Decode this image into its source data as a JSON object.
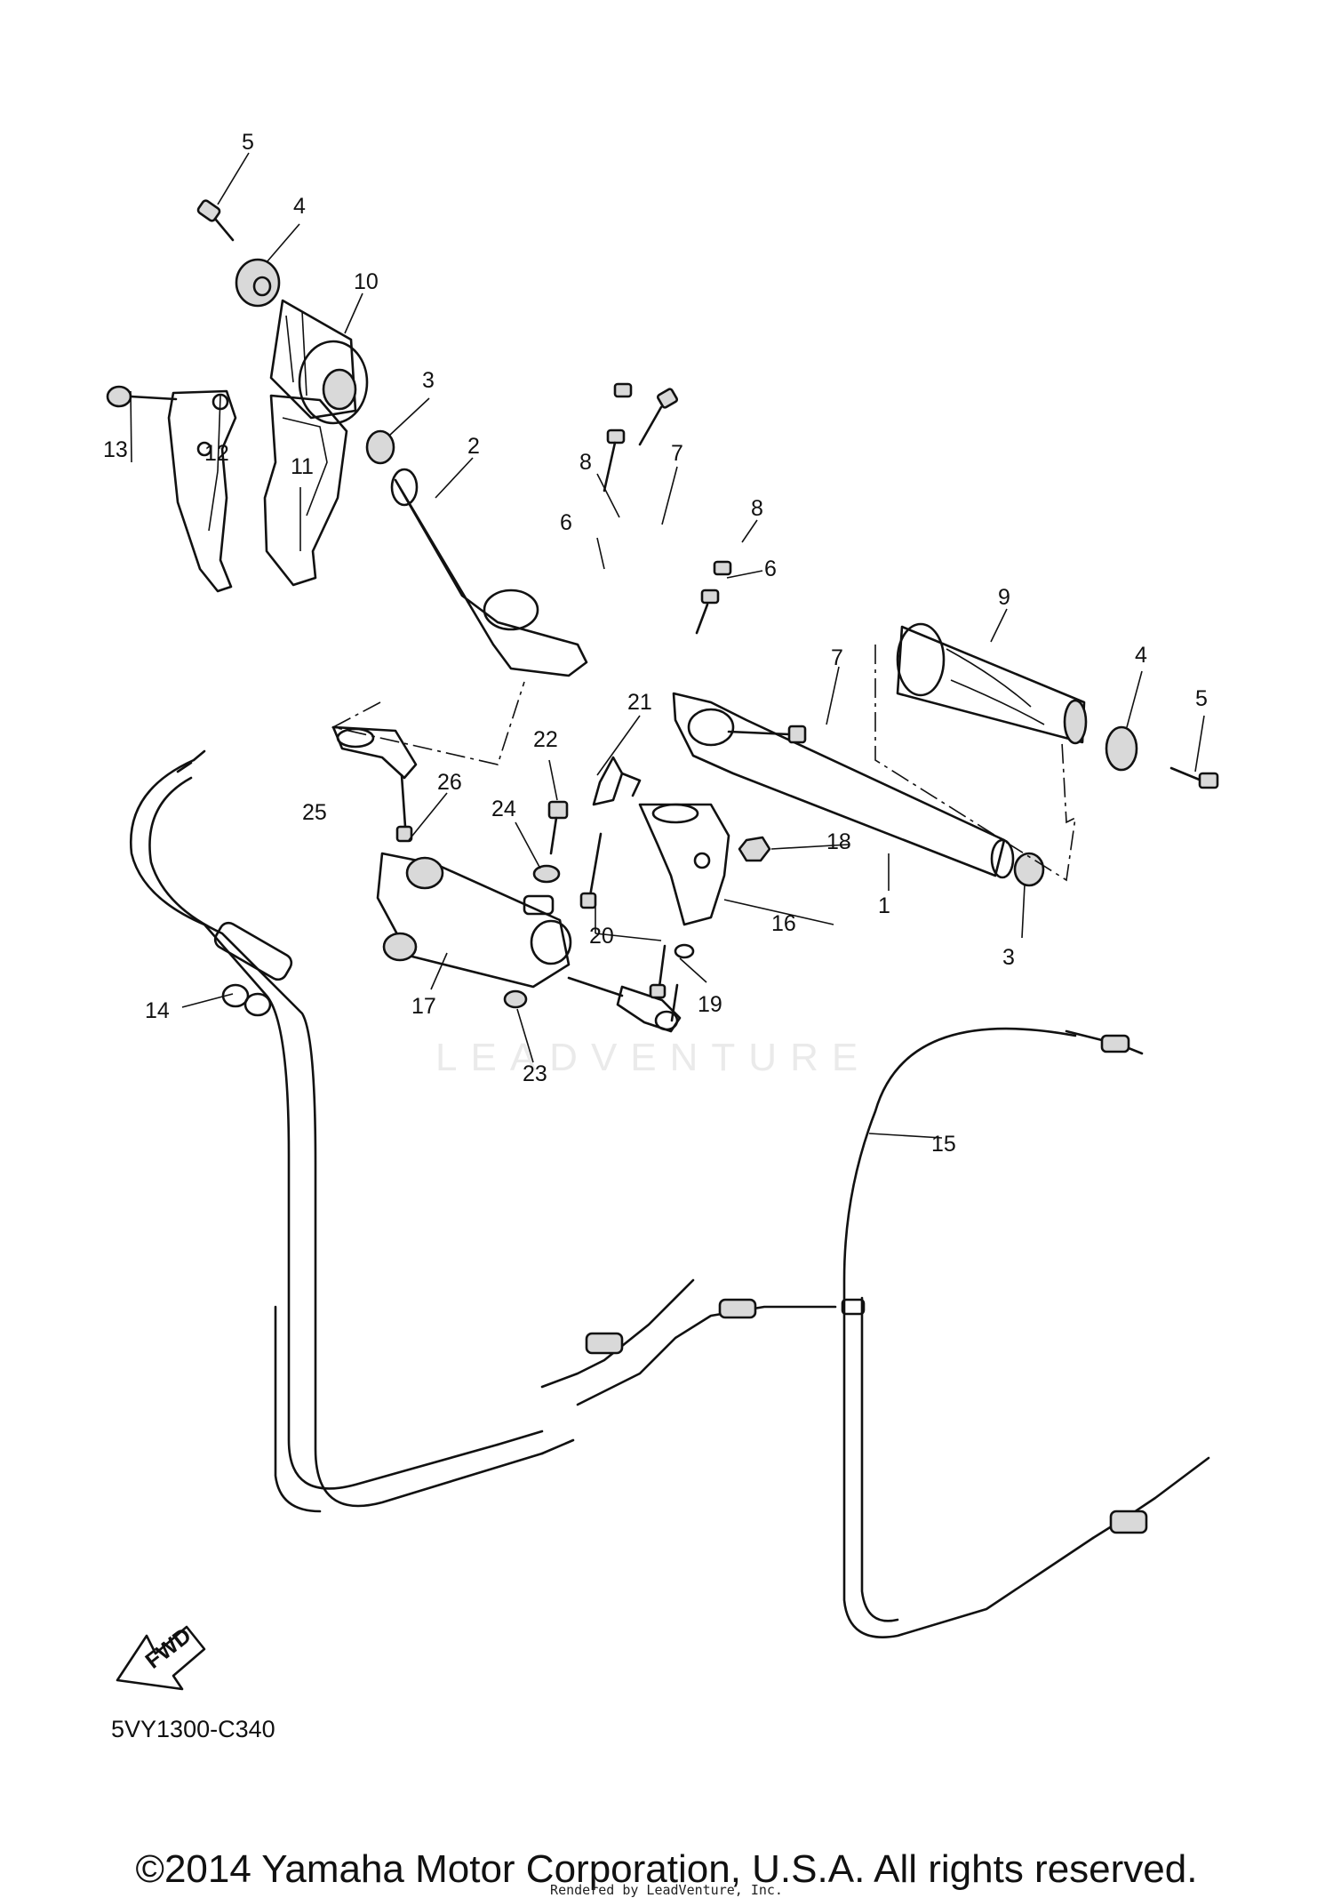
{
  "diagram": {
    "code": "5VY1300-C340",
    "watermark": "LEADVENTURE",
    "fwd_label": "FWD",
    "callouts": [
      "5",
      "4",
      "10",
      "3",
      "13",
      "12",
      "11",
      "2",
      "8",
      "7",
      "6",
      "8",
      "6",
      "9",
      "4",
      "5",
      "21",
      "7",
      "22",
      "26",
      "25",
      "24",
      "18",
      "1",
      "16",
      "20",
      "3",
      "17",
      "19",
      "14",
      "23",
      "15"
    ],
    "copyright": "©2014 Yamaha Motor Corporation, U.S.A. All rights reserved.",
    "render_credit": "Rendered by LeadVenture, Inc."
  }
}
